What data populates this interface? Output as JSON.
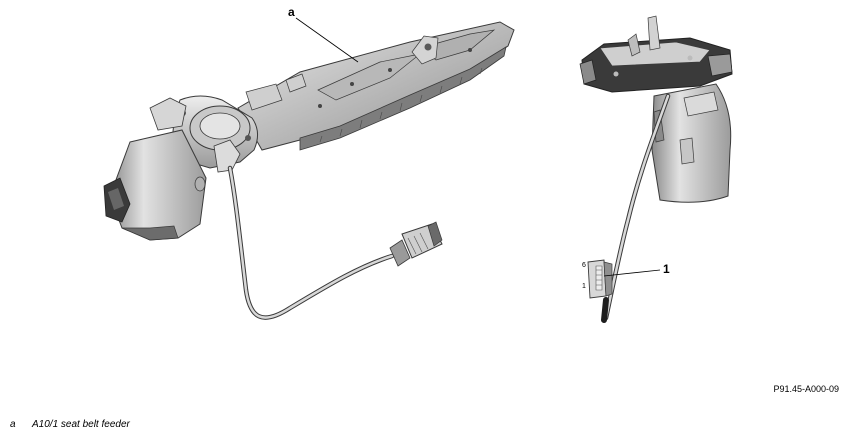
{
  "figure": {
    "callout_a": "a",
    "callout_1": "1",
    "pin_top": "6",
    "pin_bottom": "1",
    "reference_code": "P91.45-A000-09"
  },
  "legend": {
    "items": [
      {
        "key": "a",
        "text": "A10/1 seat belt feeder"
      }
    ]
  },
  "colors": {
    "part_light": "#e6e6e6",
    "part_mid": "#c4c4c4",
    "part_dark": "#7d7d7d",
    "part_black": "#2a2a2a",
    "outline": "#3a3a3a"
  }
}
